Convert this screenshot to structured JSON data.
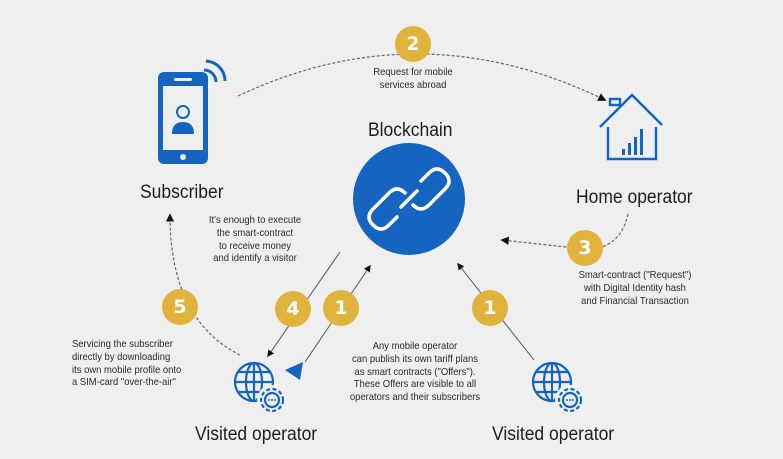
{
  "colors": {
    "background": "#efefef",
    "blue": "#1565c0",
    "gold": "#e0b43c",
    "text": "#1e1e1e"
  },
  "nodes": {
    "subscriber": {
      "label": "Subscriber",
      "icon": "smartphone-user-icon"
    },
    "blockchain": {
      "label": "Blockchain",
      "icon": "chain-link-icon"
    },
    "home_operator": {
      "label": "Home operator",
      "icon": "house-signal-icon"
    },
    "visited_operator_left": {
      "label": "Visited operator",
      "icon": "globe-gear-icon"
    },
    "visited_operator_right": {
      "label": "Visited operator",
      "icon": "globe-gear-icon"
    }
  },
  "steps": [
    {
      "number": "2",
      "text": "Request for mobile\nservices abroad"
    },
    {
      "number": "3",
      "text": "Smart-contract (\"Request\")\nwith Digital Identity hash\nand Financial Transaction"
    },
    {
      "number": "4",
      "text": "It's enough to execute\nthe smart-contract\nto receive money\nand identify a visitor"
    },
    {
      "number": "5",
      "text": "Servicing the subscriber\ndirectly by downloading\nits own mobile profile onto\na SIM-card \"over-the-air\""
    },
    {
      "number": "1",
      "text": "Any mobile operator\ncan publish its own tariff plans\nas smart contracts (\"Offers\").\nThese Offers are visible to all\noperators and their subscribers"
    },
    {
      "number": "1",
      "text": ""
    }
  ]
}
